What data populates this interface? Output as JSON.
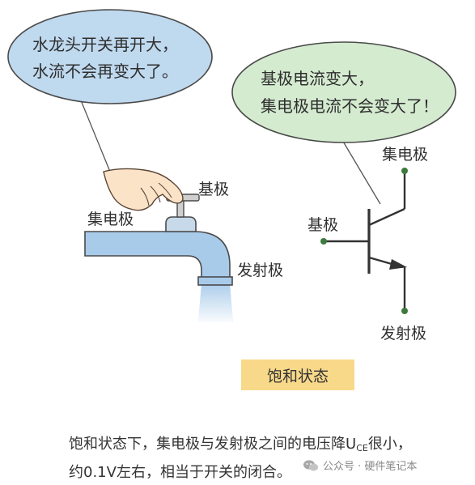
{
  "bubble_left": {
    "line1": "水龙头开关再开大，",
    "line2": "水流不会再变大了。"
  },
  "bubble_right": {
    "line1": "基极电流变大，",
    "line2": "集电极电流不会变大了！"
  },
  "faucet_labels": {
    "base": "基极",
    "collector": "集电极",
    "emitter": "发射极"
  },
  "transistor_labels": {
    "collector": "集电极",
    "base": "基极",
    "emitter": "发射极"
  },
  "state_label": "饱和状态",
  "caption": {
    "part1": "饱和状态下，集电极与发射极之间的电压降U",
    "sub": "CE",
    "part2": "很小，",
    "line2": "约0.1V左右，相当于开关的闭合。"
  },
  "watermark": "公众号 · 硬件笔记本",
  "colors": {
    "bubble_left_fill": "#bfd9ef",
    "bubble_right_fill": "#d4ebd0",
    "pipe_fill": "#a9cbea",
    "pipe_stroke": "#4a4a4a",
    "state_box": "#f8d98a",
    "hand": "#fbe3c8",
    "terminal_dot": "#3d7a3d"
  },
  "icons": {
    "watermark": "wechat-icon"
  }
}
